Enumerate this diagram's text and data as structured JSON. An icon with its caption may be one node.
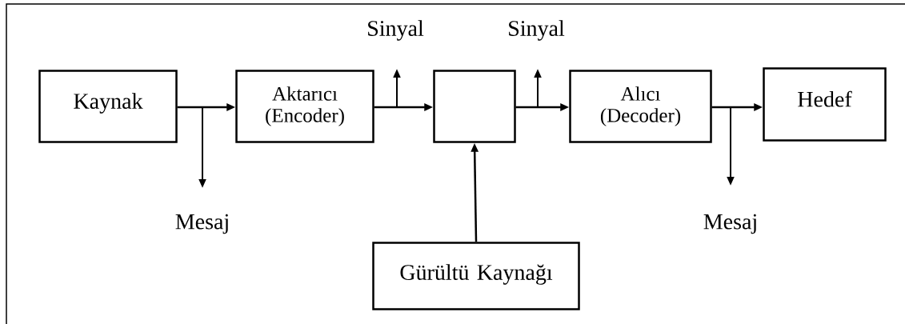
{
  "diagram": {
    "nodes": [
      {
        "text": [
          "Kaynak"
        ]
      },
      {
        "text": [
          "Aktarıcı (Encoder)"
        ]
      },
      {
        "text": [],
        "shape": "box"
      },
      {
        "text": [
          "Alıcı (Decoder)"
        ]
      },
      {
        "text": [
          "Hedef"
        ]
      },
      {
        "text": [
          "Gürültü Kaynağı"
        ]
      }
    ],
    "edges": [
      {
        "from": 0,
        "to": 1,
        "arrow": "to"
      },
      {
        "from": 0,
        "to": null,
        "arrow": "to"
      },
      {
        "from": 1,
        "to": 2,
        "arrow": "to"
      },
      {
        "from": 1,
        "to": null,
        "arrow": "to"
      },
      {
        "from": 2,
        "to": 3,
        "arrow": "to"
      },
      {
        "from": 2,
        "to": null,
        "arrow": "to"
      },
      {
        "from": 3,
        "to": 4,
        "arrow": "to"
      },
      {
        "from": 3,
        "to": null,
        "arrow": "to"
      },
      {
        "from": 5,
        "to": 2,
        "arrow": "to"
      }
    ],
    "labels": [
      "Sinyal",
      "Sinyal",
      "Mesaj",
      "Mesaj"
    ]
  }
}
